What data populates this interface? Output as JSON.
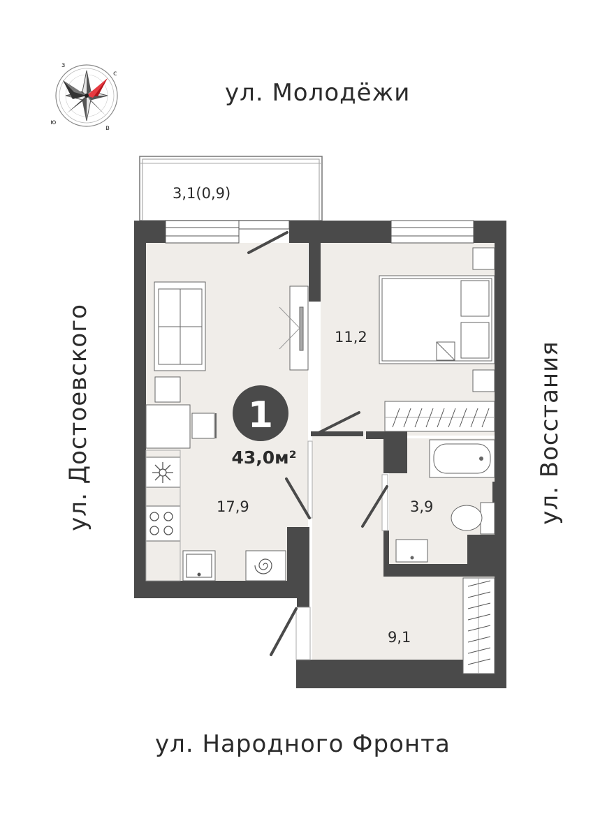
{
  "streets": {
    "top": "ул. Молодёжи",
    "bottom": "ул. Народного Фронта",
    "left": "ул. Достоевского",
    "right": "ул. Восстания"
  },
  "apartment": {
    "rooms": "1",
    "total_area": "43,0м²"
  },
  "areas": {
    "balcony": "3,1(0,9)",
    "bedroom": "11,2",
    "living_kitchen": "17,9",
    "bathroom": "3,9",
    "hallway": "9,1"
  },
  "compass": {
    "north": "с",
    "east": "в",
    "south": "ю",
    "west": "з"
  },
  "colors": {
    "wall": "#4a4a4a",
    "floor": "#f0ede9",
    "badge": "#4a4a4a",
    "compass_accent": "#d9262e"
  }
}
